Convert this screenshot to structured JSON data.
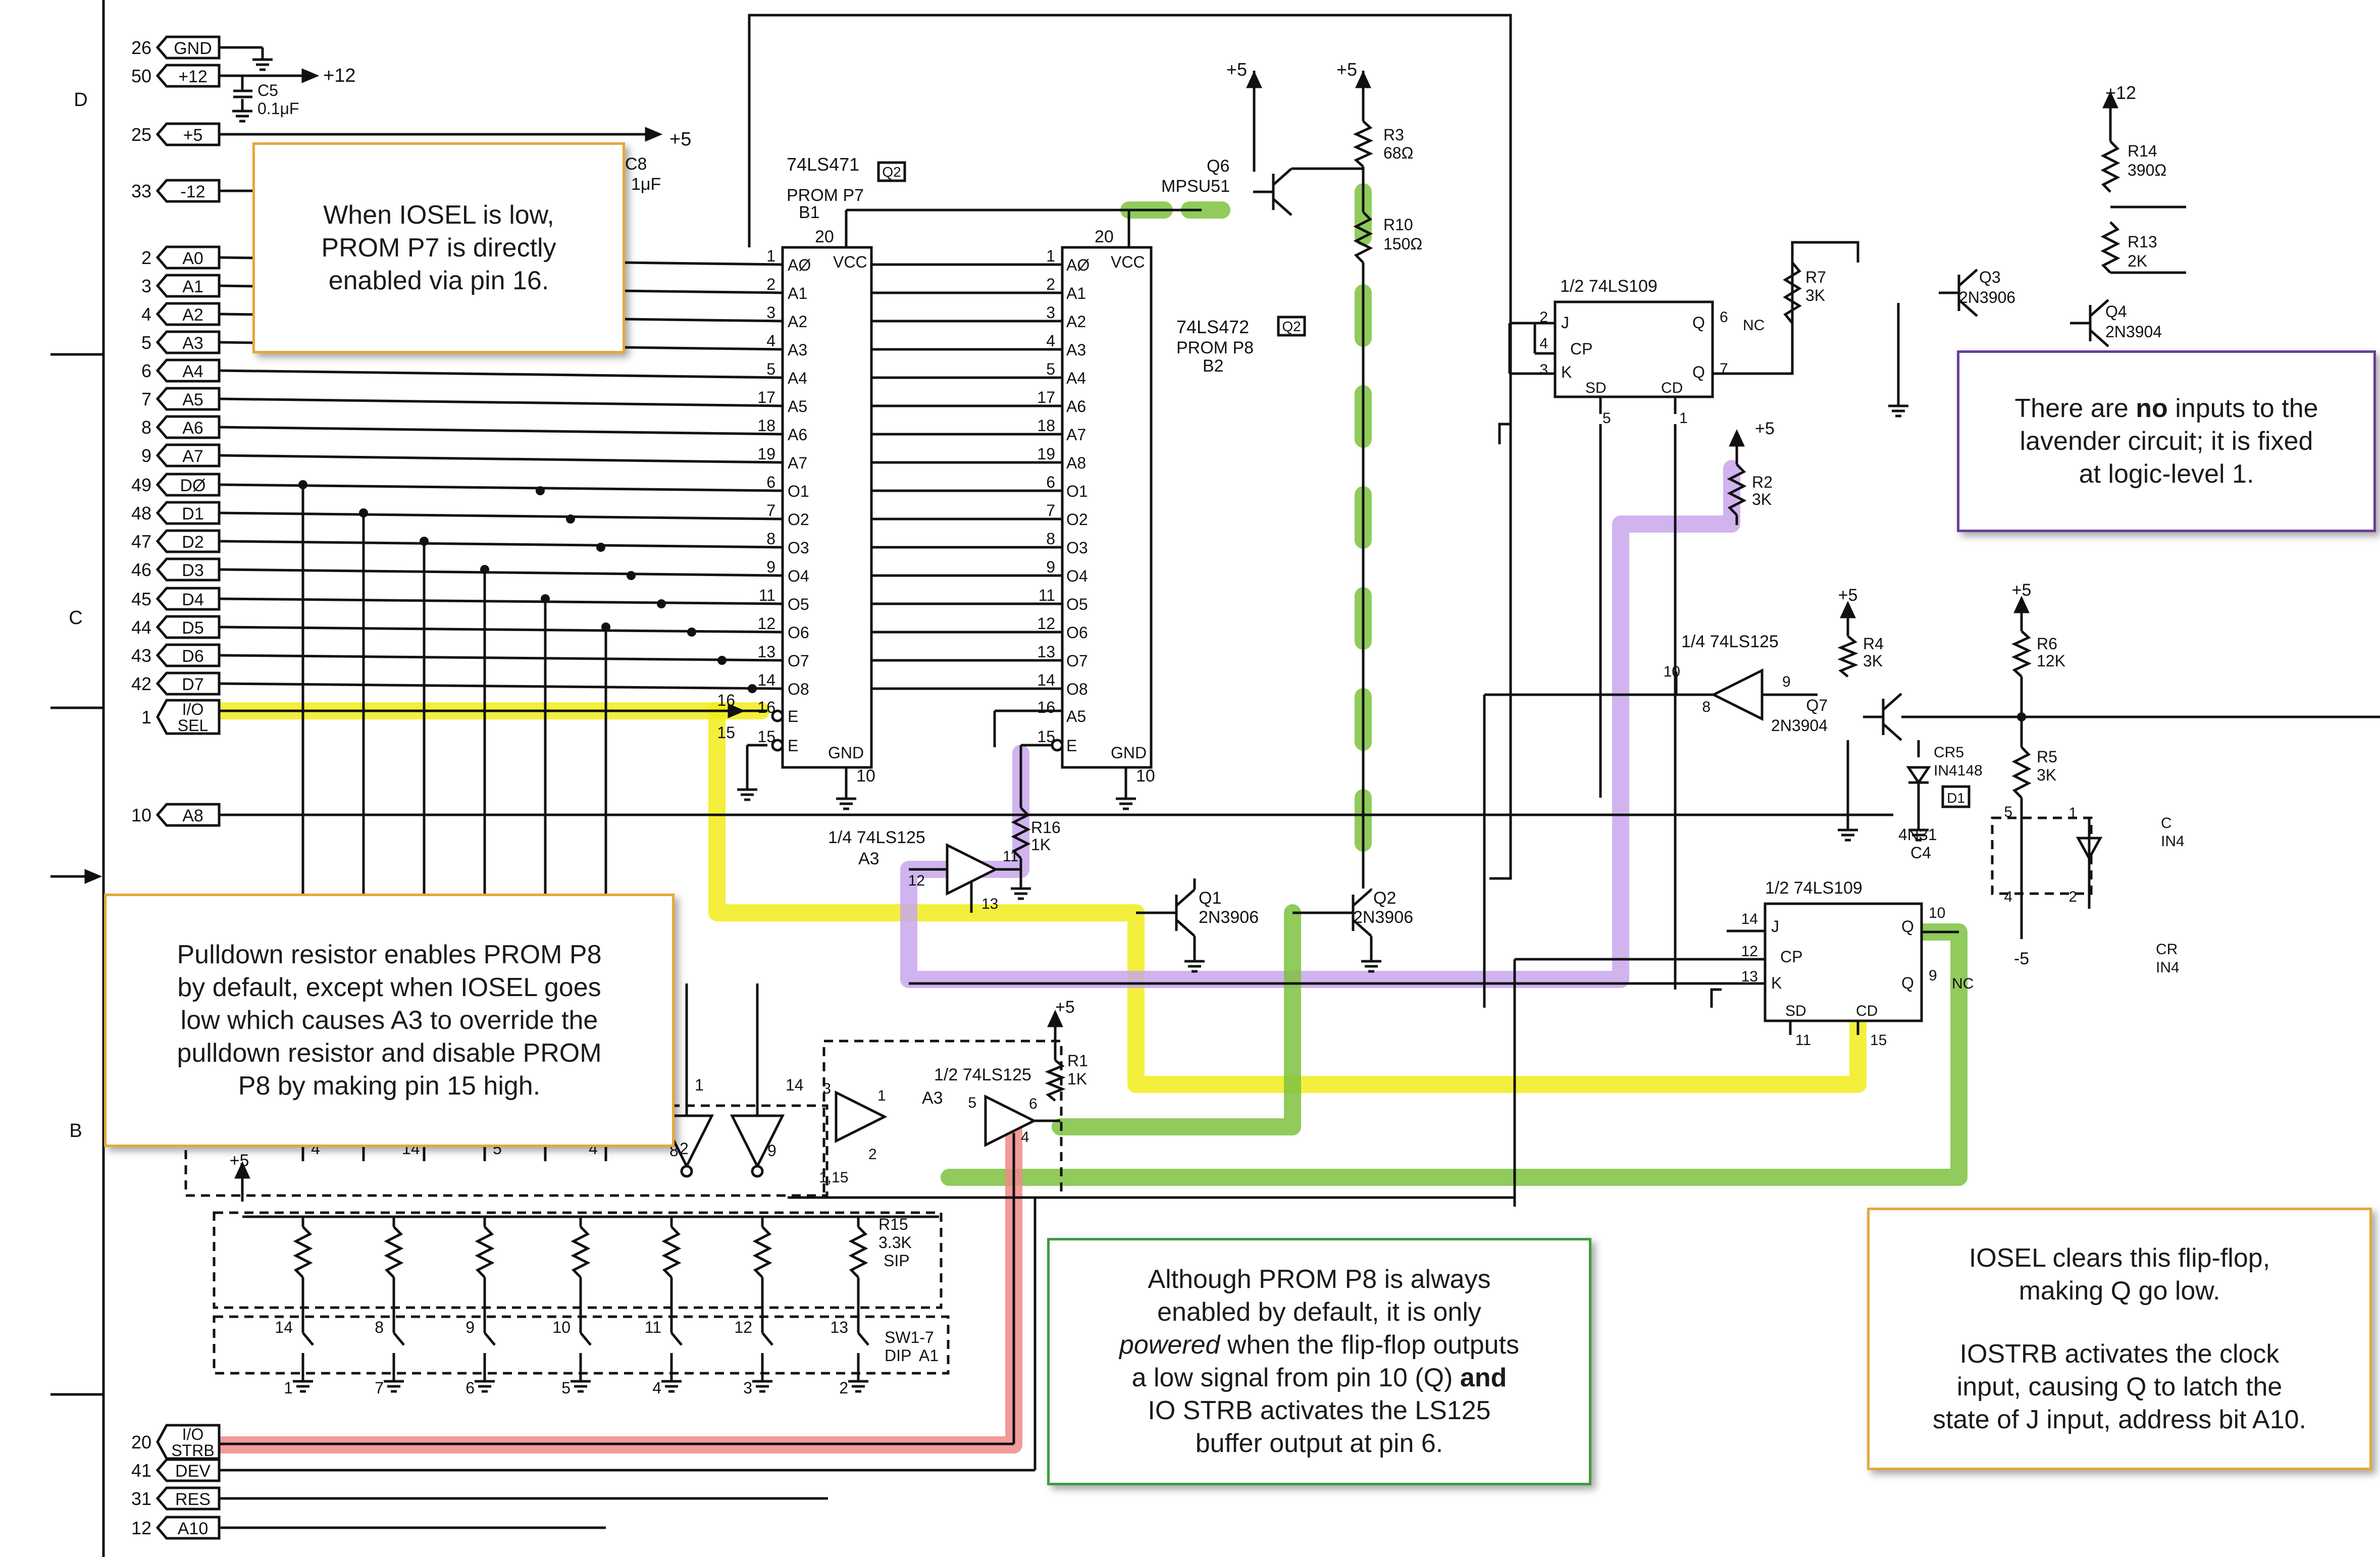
{
  "colors": {
    "yellow": "#f2ec1a",
    "lavender": "#c9a6ec",
    "green": "#7cc240",
    "red": "#f08a8a",
    "orange_border": "#e5a83b",
    "purple_border": "#6a3d9a",
    "green_border": "#3f9d3f",
    "ink": "#111111"
  },
  "zone_labels": [
    "D",
    "C",
    "B"
  ],
  "connector": {
    "pins": [
      {
        "num": "26",
        "name": "GND"
      },
      {
        "num": "50",
        "name": "+12"
      },
      {
        "num": "25",
        "name": "+5"
      },
      {
        "num": "33",
        "name": "-12"
      },
      {
        "num": "2",
        "name": "A0"
      },
      {
        "num": "3",
        "name": "A1"
      },
      {
        "num": "4",
        "name": "A2"
      },
      {
        "num": "5",
        "name": "A3"
      },
      {
        "num": "6",
        "name": "A4"
      },
      {
        "num": "7",
        "name": "A5"
      },
      {
        "num": "8",
        "name": "A6"
      },
      {
        "num": "9",
        "name": "A7"
      },
      {
        "num": "49",
        "name": "DØ"
      },
      {
        "num": "48",
        "name": "D1"
      },
      {
        "num": "47",
        "name": "D2"
      },
      {
        "num": "46",
        "name": "D3"
      },
      {
        "num": "45",
        "name": "D4"
      },
      {
        "num": "44",
        "name": "D5"
      },
      {
        "num": "43",
        "name": "D6"
      },
      {
        "num": "42",
        "name": "D7"
      },
      {
        "num": "1",
        "name": "I/O SEL"
      },
      {
        "num": "10",
        "name": "A8"
      },
      {
        "num": "20",
        "name": "I/O STRB"
      },
      {
        "num": "41",
        "name": "DEV"
      },
      {
        "num": "31",
        "name": "RES"
      },
      {
        "num": "12",
        "name": "A10"
      }
    ]
  },
  "prom_p7": {
    "part": "74LS471",
    "tag": "Q2",
    "name": "PROM P7",
    "ref": "B1",
    "vcc_label": "VCC",
    "vcc_pin": "20",
    "gnd_label": "GND",
    "gnd_pin": "10",
    "left": [
      {
        "n": "1",
        "l": "AØ"
      },
      {
        "n": "2",
        "l": "A1"
      },
      {
        "n": "3",
        "l": "A2"
      },
      {
        "n": "4",
        "l": "A3"
      },
      {
        "n": "5",
        "l": "A4"
      },
      {
        "n": "17",
        "l": "A5"
      },
      {
        "n": "18",
        "l": "A6"
      },
      {
        "n": "19",
        "l": "A7"
      },
      {
        "n": "6",
        "l": "O1"
      },
      {
        "n": "7",
        "l": "O2"
      },
      {
        "n": "8",
        "l": "O3"
      },
      {
        "n": "9",
        "l": "O4"
      },
      {
        "n": "11",
        "l": "O5"
      },
      {
        "n": "12",
        "l": "O6"
      },
      {
        "n": "13",
        "l": "O7"
      },
      {
        "n": "14",
        "l": "O8"
      },
      {
        "n": "16",
        "l": "E"
      },
      {
        "n": "15",
        "l": "E"
      }
    ]
  },
  "prom_p8": {
    "part": "74LS472",
    "tag": "Q2",
    "name": "PROM P8",
    "ref": "B2",
    "vcc_label": "VCC",
    "vcc_pin": "20",
    "gnd_label": "GND",
    "gnd_pin": "10",
    "left": [
      {
        "n": "1",
        "l": "AØ"
      },
      {
        "n": "2",
        "l": "A1"
      },
      {
        "n": "3",
        "l": "A2"
      },
      {
        "n": "4",
        "l": "A3"
      },
      {
        "n": "5",
        "l": "A4"
      },
      {
        "n": "17",
        "l": "A6"
      },
      {
        "n": "18",
        "l": "A7"
      },
      {
        "n": "19",
        "l": "A8"
      },
      {
        "n": "6",
        "l": "O1"
      },
      {
        "n": "7",
        "l": "O2"
      },
      {
        "n": "8",
        "l": "O3"
      },
      {
        "n": "9",
        "l": "O4"
      },
      {
        "n": "11",
        "l": "O5"
      },
      {
        "n": "12",
        "l": "O6"
      },
      {
        "n": "13",
        "l": "O7"
      },
      {
        "n": "14",
        "l": "O8"
      },
      {
        "n": "16",
        "l": "A5"
      },
      {
        "n": "15",
        "l": "E"
      }
    ]
  },
  "ff1": {
    "part": "1/2 74LS109",
    "pins": {
      "j": "2",
      "cp": "4",
      "k": "3",
      "q": "6",
      "qn": "7",
      "sd": "5",
      "cd": "1"
    },
    "labels": {
      "j": "J",
      "cp": "CP",
      "k": "K",
      "q": "Q",
      "qn": "Q",
      "sd": "SD",
      "cd": "CD",
      "nc": "NC"
    }
  },
  "ff2": {
    "part": "1/2 74LS109",
    "pins": {
      "j": "14",
      "cp": "12",
      "k": "13",
      "q": "10",
      "qn": "9",
      "sd": "11",
      "cd": "15"
    },
    "labels": {
      "j": "J",
      "cp": "CP",
      "k": "K",
      "q": "Q",
      "qn": "Q",
      "sd": "SD",
      "cd": "CD",
      "nc": "NC"
    }
  },
  "parts": {
    "c5": [
      "C5",
      "0.1μF"
    ],
    "c8": [
      "C8",
      "1μF"
    ],
    "q6": [
      "Q6",
      "MPSU51"
    ],
    "r3": [
      "R3",
      "68Ω"
    ],
    "r10": [
      "R10",
      "150Ω"
    ],
    "r14": [
      "R14",
      "390Ω"
    ],
    "r13": [
      "R13",
      "2K"
    ],
    "q3": [
      "Q3",
      "2N3906"
    ],
    "q4": [
      "Q4",
      "2N3904"
    ],
    "r7": [
      "R7",
      "3K"
    ],
    "r2": [
      "R2",
      "3K"
    ],
    "ls125a": [
      "1/4 74LS125"
    ],
    "r4": [
      "R4",
      "3K"
    ],
    "q7": [
      "Q7",
      "2N3904"
    ],
    "cr5": [
      "CR5",
      "IN4148"
    ],
    "d1": [
      "D1"
    ],
    "r6": [
      "R6",
      "12K"
    ],
    "r5": [
      "R5",
      "3K"
    ],
    "opto": [
      "4N31",
      "C4"
    ],
    "r16": [
      "R16",
      "1K"
    ],
    "ls125b": [
      "1/4 74LS125",
      "A3"
    ],
    "q1": [
      "Q1",
      "2N3906"
    ],
    "q2": [
      "Q2",
      "2N3906"
    ],
    "r1": [
      "R1",
      "1K"
    ],
    "ls125c": [
      "1/2 74LS125",
      "A3"
    ],
    "r15": [
      "R15",
      "3.3K",
      "SIP"
    ],
    "sw": [
      "SW1-7",
      "DIP",
      "A1"
    ],
    "pin115": [
      "1,15"
    ],
    "edge_c": [
      "C",
      "IN4"
    ],
    "edge_cr": [
      "CR",
      "IN4"
    ]
  },
  "supplies": {
    "plus5": "+5",
    "plus12": "+12",
    "minus5": "-5"
  },
  "misc_pins": [
    "16",
    "15",
    "12",
    "11",
    "13",
    "10",
    "9",
    "8",
    "2",
    "1",
    "3",
    "5",
    "6",
    "4",
    "14",
    "5",
    "4",
    "2",
    "1",
    "14",
    "8",
    "9",
    "10",
    "11",
    "12",
    "13",
    "1",
    "7",
    "6",
    "5",
    "4",
    "3",
    "2"
  ],
  "callouts": {
    "iosel_p7": {
      "lines": [
        "When IOSEL is low,",
        "PROM P7 is directly",
        "enabled via pin 16."
      ]
    },
    "pulldown": {
      "lines": [
        "Pulldown resistor enables PROM P8",
        "by default, except when IOSEL goes",
        "low which causes A3 to override the",
        "pulldown resistor and disable PROM",
        "P8 by making pin 15 high."
      ]
    },
    "lavender": {
      "pre": "There are ",
      "bold": "no",
      "post": " inputs to the",
      "line2": "lavender circuit; it is fixed",
      "line3": "at logic-level 1."
    },
    "powered": {
      "l1": "Although PROM P8 is always",
      "l2": "enabled by default, it is only",
      "l3_em": "powered",
      "l3_rest": " when the flip-flop outputs",
      "l4_pre": "a low signal from pin 10 (Q) ",
      "l4_bold": "and",
      "l5": "IO STRB activates the LS125",
      "l6": "buffer output at pin 6."
    },
    "iosel_ff": {
      "p1": [
        "IOSEL clears this flip-flop,",
        "making Q go low."
      ],
      "p2": [
        "IOSTRB activates the clock",
        "input, causing Q to latch the",
        "state of J input, address bit A10."
      ]
    }
  }
}
